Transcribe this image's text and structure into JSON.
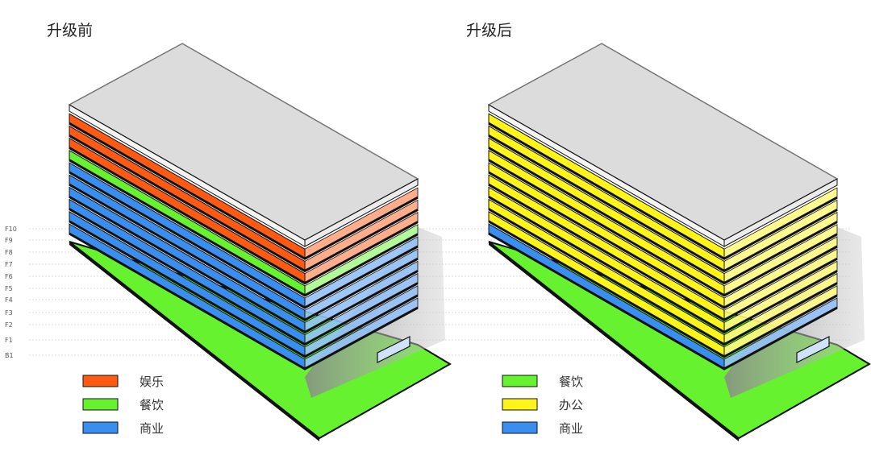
{
  "panels": [
    {
      "title": "升级前",
      "floor_uses": [
        "商业",
        "商业",
        "商业",
        "商业",
        "商业",
        "商业",
        "餐饮",
        "娱乐",
        "娱乐",
        "娱乐"
      ],
      "legend": [
        {
          "label": "娱乐",
          "color": "#FF5A14"
        },
        {
          "label": "餐饮",
          "color": "#66F22E"
        },
        {
          "label": "商业",
          "color": "#3A8EF0"
        }
      ]
    },
    {
      "title": "升级后",
      "floor_uses": [
        "商业",
        "办公",
        "办公",
        "办公",
        "办公",
        "办公",
        "办公",
        "办公",
        "办公",
        "办公"
      ],
      "legend": [
        {
          "label": "餐饮",
          "color": "#66F22E"
        },
        {
          "label": "办公",
          "color": "#FFF51A"
        },
        {
          "label": "商业",
          "color": "#3A8EF0"
        }
      ]
    }
  ],
  "floor_labels": [
    "F10",
    "F9",
    "F8",
    "F7",
    "F6",
    "F5",
    "F4",
    "F3",
    "F2",
    "F1",
    "B1"
  ],
  "colors": {
    "娱乐": "#FF5A14",
    "餐饮": "#66F22E",
    "商业": "#3A8EF0",
    "办公": "#FFF51A",
    "ground": "#66F22E",
    "roof": "#DCDCDC"
  }
}
